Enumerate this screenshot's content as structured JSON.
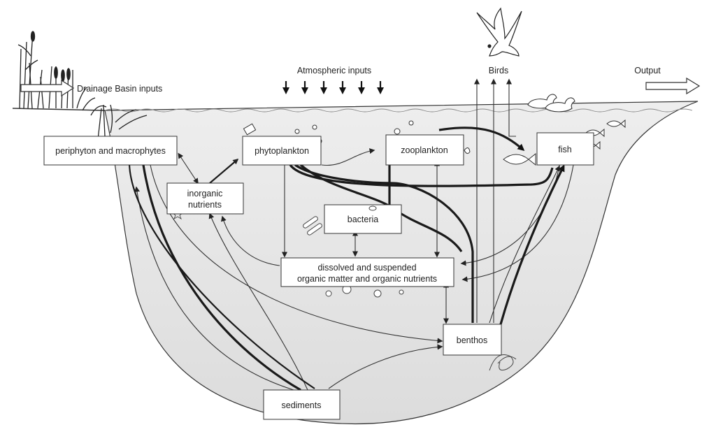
{
  "labels": {
    "drainage_basin_inputs": "Drainage Basin inputs",
    "atmospheric_inputs": "Atmospheric inputs",
    "birds": "Birds",
    "output": "Output"
  },
  "nodes": {
    "periphyton": "periphyton and macrophytes",
    "phytoplankton": "phytoplankton",
    "zooplankton": "zooplankton",
    "fish": "fish",
    "inorganic_nutrients_line1": "inorganic",
    "inorganic_nutrients_line2": "nutrients",
    "bacteria": "bacteria",
    "dissolved_line1": "dissolved and suspended",
    "dissolved_line2": "organic matter and organic nutrients",
    "benthos": "benthos",
    "sediments": "sediments"
  },
  "icons": [
    "reeds-icon",
    "bird-icon",
    "ducks-icon",
    "fish-icon",
    "atmospheric-arrow-icon",
    "output-arrow-icon"
  ]
}
